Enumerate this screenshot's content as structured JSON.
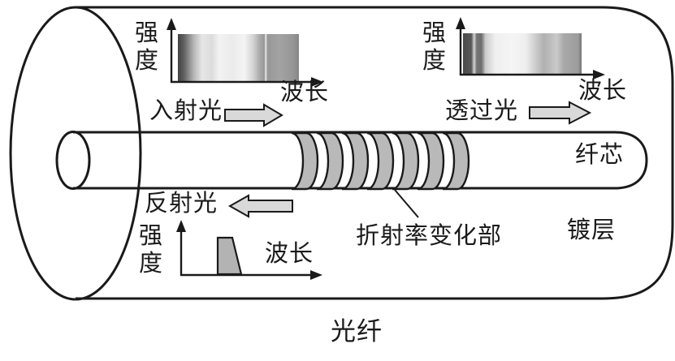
{
  "figure": {
    "caption": "光纤",
    "labels": {
      "incident": "入射光",
      "transmitted": "透过光",
      "reflected": "反射光",
      "core": "纤芯",
      "cladding": "镀层",
      "grating": "折射率变化部"
    },
    "axes": {
      "y_label": "强度",
      "x_label": "波长"
    }
  },
  "chart_data": [
    {
      "type": "area",
      "name": "incident-spectrum",
      "title": "入射光",
      "xlabel": "波长",
      "ylabel": "强度",
      "description": "broadband continuous spectrum drawn as a gray gradient band, dark at the short-wavelength edge, bright in the middle, medium gray toward the long-wavelength end with a thin bright line near 72%"
    },
    {
      "type": "area",
      "name": "transmitted-spectrum",
      "title": "透过光",
      "xlabel": "波长",
      "ylabel": "强度",
      "description": "broadband gradient spectrum with a narrow dark notch near the short-wavelength side (missing Bragg wavelength)"
    },
    {
      "type": "area",
      "name": "reflected-spectrum",
      "title": "反射光",
      "xlabel": "波长",
      "ylabel": "强度",
      "description": "single narrow gray peak (trapezoid) at the Bragg wavelength, about one third along the wavelength axis"
    }
  ],
  "colors": {
    "outline": "#1a1a1a",
    "grating_band_fill": "#b9b9b9",
    "block_arrow_fill": "#d9d9d9",
    "peak_fill": "#b3b3b3",
    "background": "#ffffff"
  }
}
